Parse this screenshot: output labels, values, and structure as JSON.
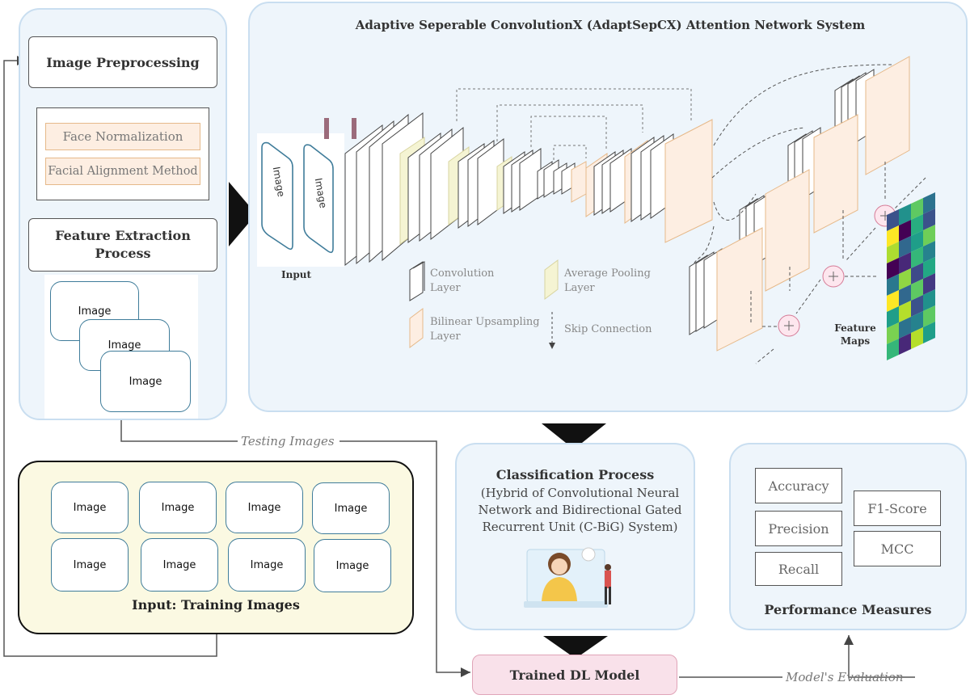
{
  "left_panel": {
    "preprocessing_label": "Image Preprocessing",
    "face_normalization_label": "Face Normalization",
    "facial_alignment_label": "Facial Alignment Method",
    "feature_extraction_label": "Feature Extraction\nProcess",
    "stack_images": [
      "Image",
      "Image",
      "Image"
    ]
  },
  "network": {
    "title": "Adaptive Seperable ConvolutionX (AdaptSepCX) Attention Network System",
    "input_label": "Input",
    "input_images": [
      "Image",
      "Image"
    ],
    "legend": {
      "convolution": "Convolution\nLayer",
      "average_pooling": "Average Pooling\nLayer",
      "bilinear_upsampling": "Bilinear Upsampling\nLayer",
      "skip_connection": "Skip Connection"
    },
    "feature_maps_label": "Feature\nMaps",
    "heatmap_colors": [
      "#3b528b",
      "#21918c",
      "#5ec962",
      "#2c728e",
      "#fde725",
      "#440154",
      "#28ae80",
      "#3b528b",
      "#addc30",
      "#31688e",
      "#1f9e89",
      "#6ece58",
      "#440154",
      "#482878",
      "#35b779",
      "#26828e",
      "#2a788e",
      "#90d743",
      "#3e4a89",
      "#22a884",
      "#fde725",
      "#31688e",
      "#5ec962",
      "#443983",
      "#1f9e89",
      "#b5de2b",
      "#3b528b",
      "#21918c",
      "#7ad151",
      "#2c728e",
      "#26828e",
      "#5ec962",
      "#35b779",
      "#482878",
      "#b5de2b",
      "#1f9e89"
    ]
  },
  "training": {
    "images": [
      "Image",
      "Image",
      "Image",
      "Image",
      "Image",
      "Image",
      "Image",
      "Image"
    ],
    "title": "Input: Training Images"
  },
  "flow": {
    "testing_images": "Testing Images",
    "trained_model": "Trained DL Model",
    "model_evaluation": "Model's Evaluation"
  },
  "classification": {
    "title": "Classification Process",
    "subtitle": "(Hybrid of Convolutional Neural Network and Bidirectional Gated Recurrent Unit (C-BiG) System)"
  },
  "performance": {
    "metrics_left": [
      "Accuracy",
      "Precision",
      "Recall"
    ],
    "metrics_right": [
      "F1-Score",
      "MCC"
    ],
    "title": "Performance Measures"
  }
}
